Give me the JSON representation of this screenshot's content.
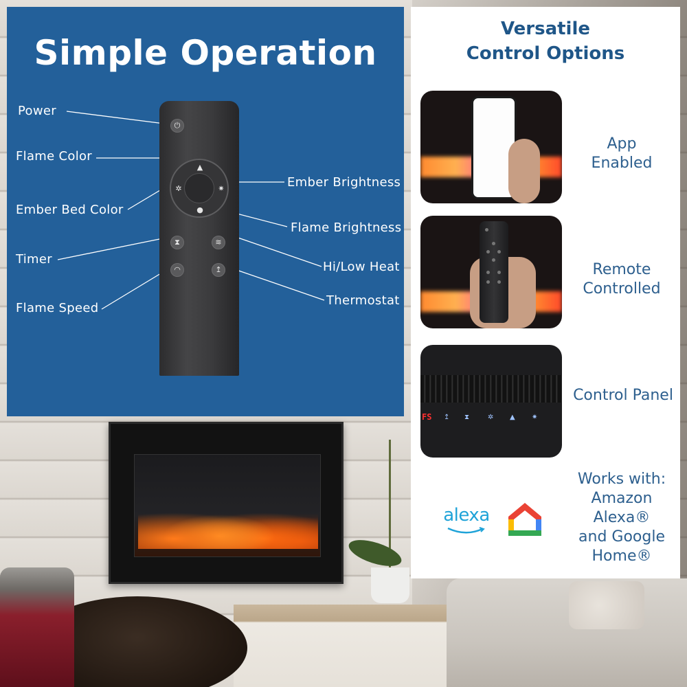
{
  "left": {
    "title": "Simple Operation",
    "callouts": {
      "power": "Power",
      "flame_color": "Flame Color",
      "ember_bed_color": "Ember Bed Color",
      "timer": "Timer",
      "flame_speed": "Flame Speed",
      "ember_brightness": "Ember Brightness",
      "flame_brightness": "Flame Brightness",
      "hi_low_heat": "Hi/Low Heat",
      "thermostat": "Thermostat"
    }
  },
  "right": {
    "title_line1": "Versatile",
    "title_line2": "Control Options",
    "options": [
      {
        "line1": "App",
        "line2": "Enabled"
      },
      {
        "line1": "Remote",
        "line2": "Controlled"
      },
      {
        "line1": "Control Panel",
        "line2": ""
      }
    ],
    "works_with": {
      "line1": "Works with:",
      "line2": "Amazon",
      "line3": "Alexa®",
      "line4": "and Google",
      "line5": "Home®"
    },
    "alexa_logo_text": "alexa",
    "control_panel_display": "FS"
  },
  "colors": {
    "left_panel_bg": "#23609a",
    "right_title": "#1f5688",
    "right_text": "#2d5f8e",
    "alexa_blue": "#1fa3d8"
  },
  "icons": [
    "power-icon",
    "flame-icon",
    "sun-icon",
    "bulb-icon",
    "ember-icon",
    "hourglass-icon",
    "heat-waves-icon",
    "flame-speed-icon",
    "thermometer-icon",
    "alexa-logo",
    "google-home-icon"
  ]
}
